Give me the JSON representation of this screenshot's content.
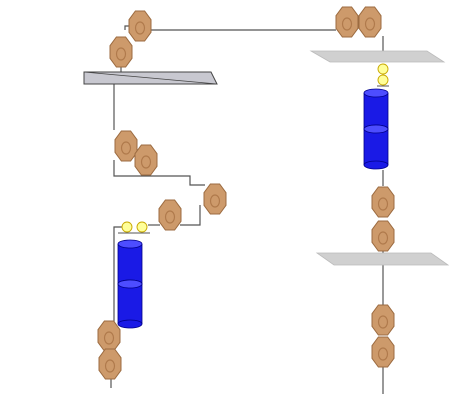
{
  "diagram": {
    "colors": {
      "background": "#ffffff",
      "line": "#555555",
      "membrane_fill": "#c8c8d0",
      "membrane_fill_right": "#d0d0d0",
      "membrane_stroke": "#444444",
      "cyl_fill": "#1a1ae6",
      "cyl_stroke": "#00008b",
      "cyl_top": "#4d4dff",
      "bead_fill": "#cd9a6b",
      "bead_stroke": "#9c6b40",
      "bead_inner": "#b07a4c",
      "link_fill": "#ffff99",
      "link_stroke": "#c8a800"
    },
    "component_types": [
      "chain-line",
      "membrane-plane",
      "cylinder-domain",
      "octagon-domain",
      "linker-pair"
    ]
  }
}
